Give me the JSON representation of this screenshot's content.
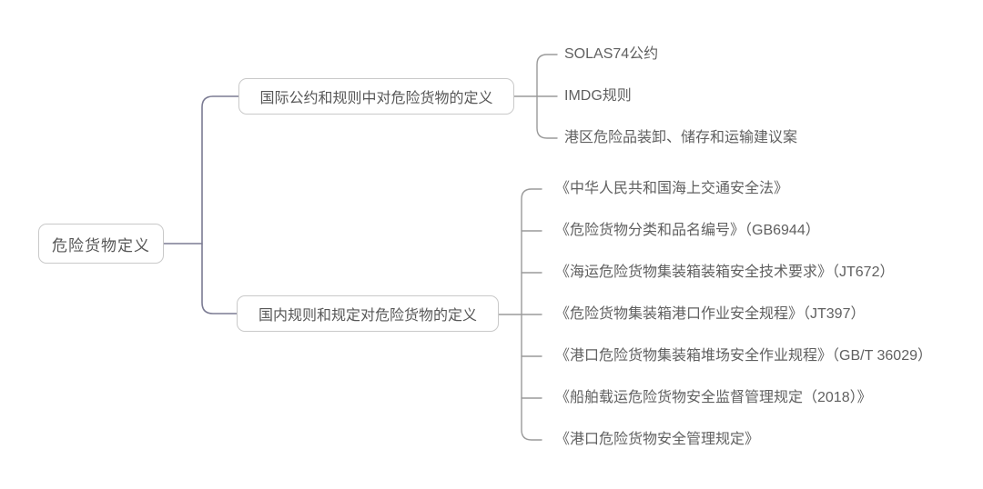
{
  "diagram": {
    "type": "mindmap",
    "root": {
      "label": "危险货物定义"
    },
    "branches": [
      {
        "label": "国际公约和规则中对危险货物的定义",
        "children": [
          "SOLAS74公约",
          "IMDG规则",
          "港区危险品装卸、储存和运输建议案"
        ]
      },
      {
        "label": "国内规则和规定对危险货物的定义",
        "children": [
          "《中华人民共和国海上交通安全法》",
          "《危险货物分类和品名编号》（GB6944）",
          "《海运危险货物集装箱装箱安全技术要求》（JT672）",
          "《危险货物集装箱港口作业安全规程》（JT397）",
          "《港口危险货物集装箱堆场安全作业规程》（GB/T 36029）",
          "《船舶载运危险货物安全监督管理规定（2018）》",
          "《港口危险货物安全管理规定》"
        ]
      }
    ],
    "colors": {
      "background": "#ffffff",
      "main_connector": "#7b7b93",
      "child_connector": "#9a9a9a",
      "box_border": "#c9c9c9",
      "box_text": "#575757",
      "leaf_text": "#606060"
    }
  }
}
